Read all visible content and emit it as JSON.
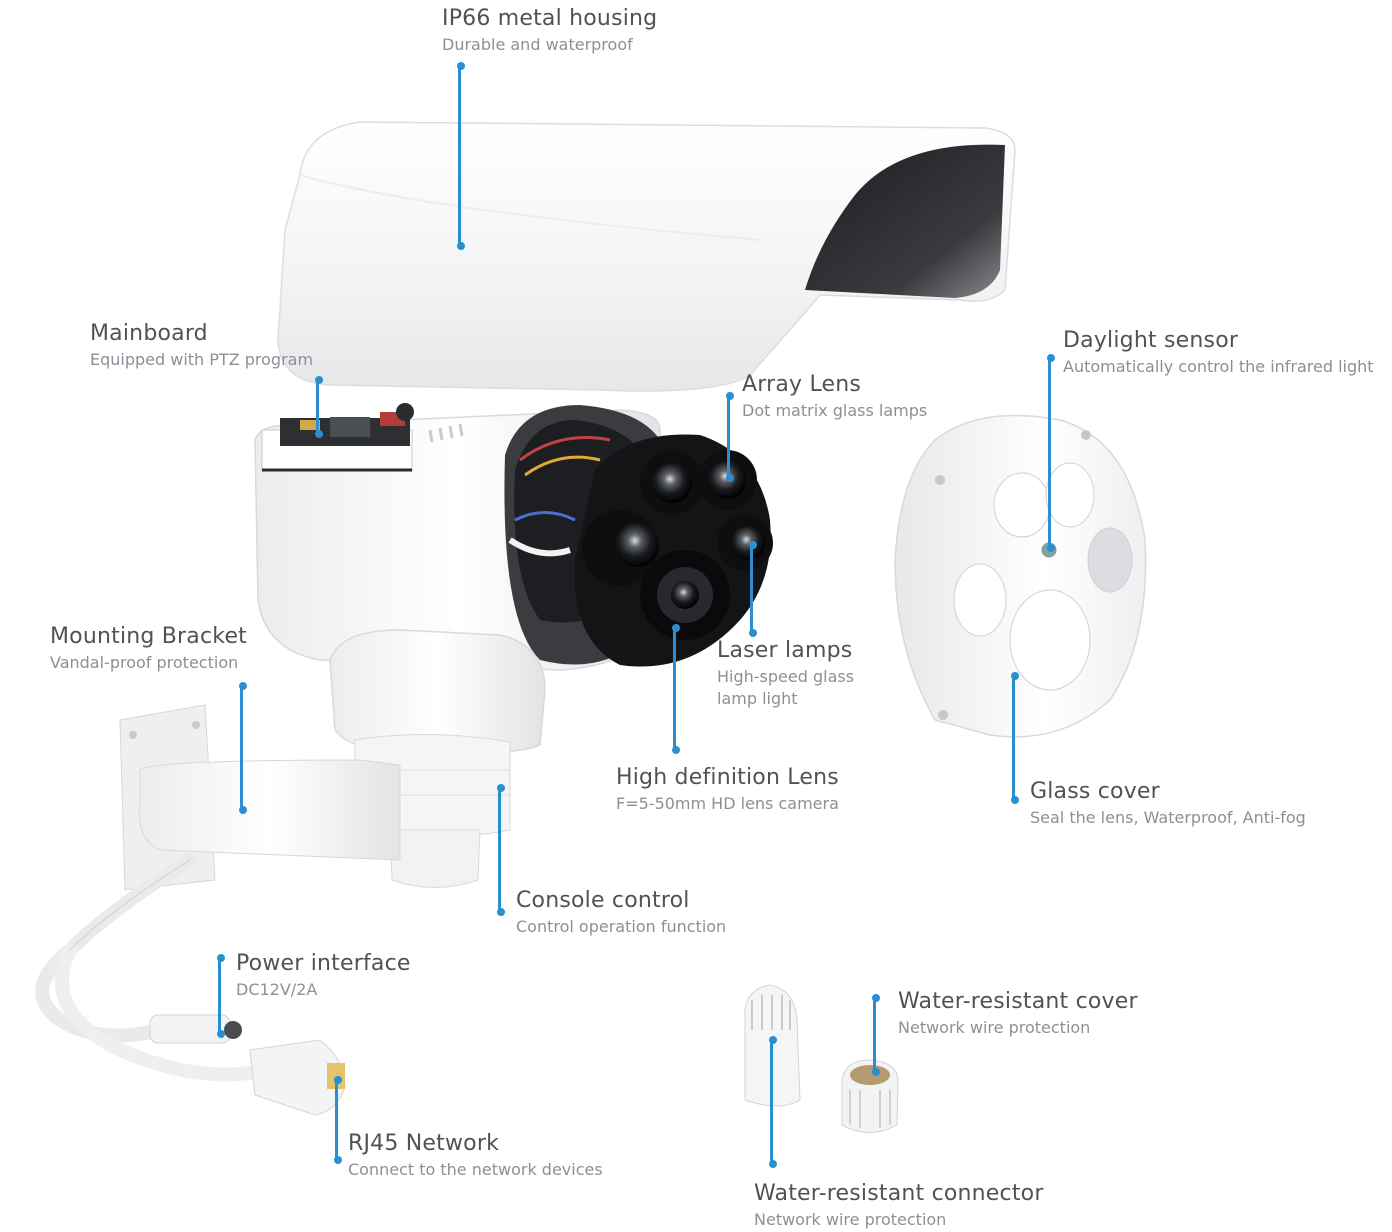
{
  "callouts": [
    {
      "id": "housing",
      "title": "IP66 metal housing",
      "desc": "Durable and waterproof"
    },
    {
      "id": "mainboard",
      "title": "Mainboard",
      "desc": "Equipped with PTZ program"
    },
    {
      "id": "array-lens",
      "title": "Array Lens",
      "desc": "Dot matrix glass lamps"
    },
    {
      "id": "daylight-sensor",
      "title": "Daylight sensor",
      "desc": "Automatically control the infrared light"
    },
    {
      "id": "laser-lamps",
      "title": "Laser lamps",
      "desc": "High-speed glass\nlamp light"
    },
    {
      "id": "mounting-bracket",
      "title": "Mounting Bracket",
      "desc": "Vandal-proof protection"
    },
    {
      "id": "hd-lens",
      "title": "High definition Lens",
      "desc": "F=5-50mm HD lens camera"
    },
    {
      "id": "glass-cover",
      "title": "Glass cover",
      "desc": "Seal the lens, Waterproof, Anti-fog"
    },
    {
      "id": "console-control",
      "title": "Console control",
      "desc": "Control operation function"
    },
    {
      "id": "power-interface",
      "title": "Power interface",
      "desc": "DC12V/2A"
    },
    {
      "id": "water-cover",
      "title": "Water-resistant cover",
      "desc": "Network wire protection"
    },
    {
      "id": "rj45",
      "title": "RJ45 Network",
      "desc": "Connect to the network devices"
    },
    {
      "id": "water-connector",
      "title": "Water-resistant connector",
      "desc": "Network wire protection"
    }
  ],
  "colors": {
    "leader": "#2a8fd1",
    "title_text": "#4f5257",
    "desc_text": "#8c9096",
    "background": "#ffffff"
  }
}
